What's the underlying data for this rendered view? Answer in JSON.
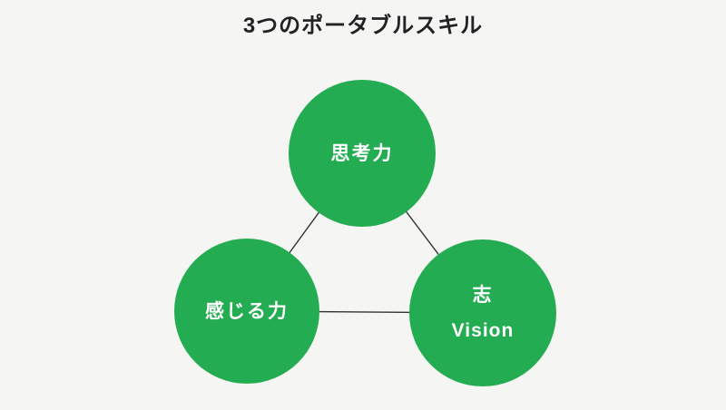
{
  "page": {
    "title": "3つのポータブルスキル",
    "background_color": "#f5f5f4",
    "title_color": "#222222"
  },
  "diagram": {
    "type": "triangle-network",
    "node_fill_color": "#23ac51",
    "node_text_color": "#ffffff",
    "edge_color": "#333333",
    "nodes": [
      {
        "id": "thinking",
        "label": "思考力",
        "position": "top"
      },
      {
        "id": "feeling",
        "label": "感じる力",
        "position": "bottom-left"
      },
      {
        "id": "vision",
        "label": "志",
        "sublabel": "Vision",
        "position": "bottom-right"
      }
    ],
    "edges": [
      {
        "from": "thinking",
        "to": "feeling"
      },
      {
        "from": "thinking",
        "to": "vision"
      },
      {
        "from": "feeling",
        "to": "vision"
      }
    ]
  }
}
